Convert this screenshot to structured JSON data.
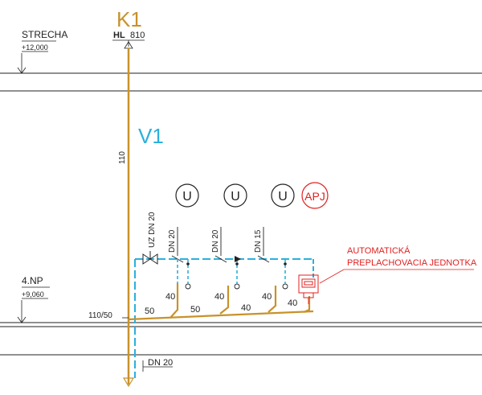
{
  "riser_waste": {
    "name": "K1",
    "hl_prefix": "HL",
    "hl_value": "810",
    "pipe_dim": "110",
    "branch_dim": "110/50"
  },
  "riser_water": {
    "name": "V1",
    "bottom_dim": "DN 20"
  },
  "levels": [
    {
      "name": "STRECHA",
      "elevation": "+12,000"
    },
    {
      "name": "4.NP",
      "elevation": "+9,060"
    }
  ],
  "fixtures": [
    {
      "symbol": "U",
      "supply_dim": "DN 20",
      "drain_dim": "40"
    },
    {
      "symbol": "U",
      "supply_dim": "DN 20",
      "drain_dim": "40"
    },
    {
      "symbol": "U",
      "supply_dim": "DN 15",
      "drain_dim": "40"
    },
    {
      "symbol": "APJ",
      "drain_dim": "40"
    }
  ],
  "valve": {
    "label": "UZ DN 20"
  },
  "drain_segments": [
    "50",
    "50",
    "40"
  ],
  "apj_note": {
    "line1": "AUTOMATICKÁ",
    "line2": "PREPLACHOVACIA JEDNOTKA"
  },
  "colors": {
    "waste": "#c8922a",
    "water": "#2ab0dc",
    "annotation": "#e02020",
    "lines": "#222222"
  }
}
